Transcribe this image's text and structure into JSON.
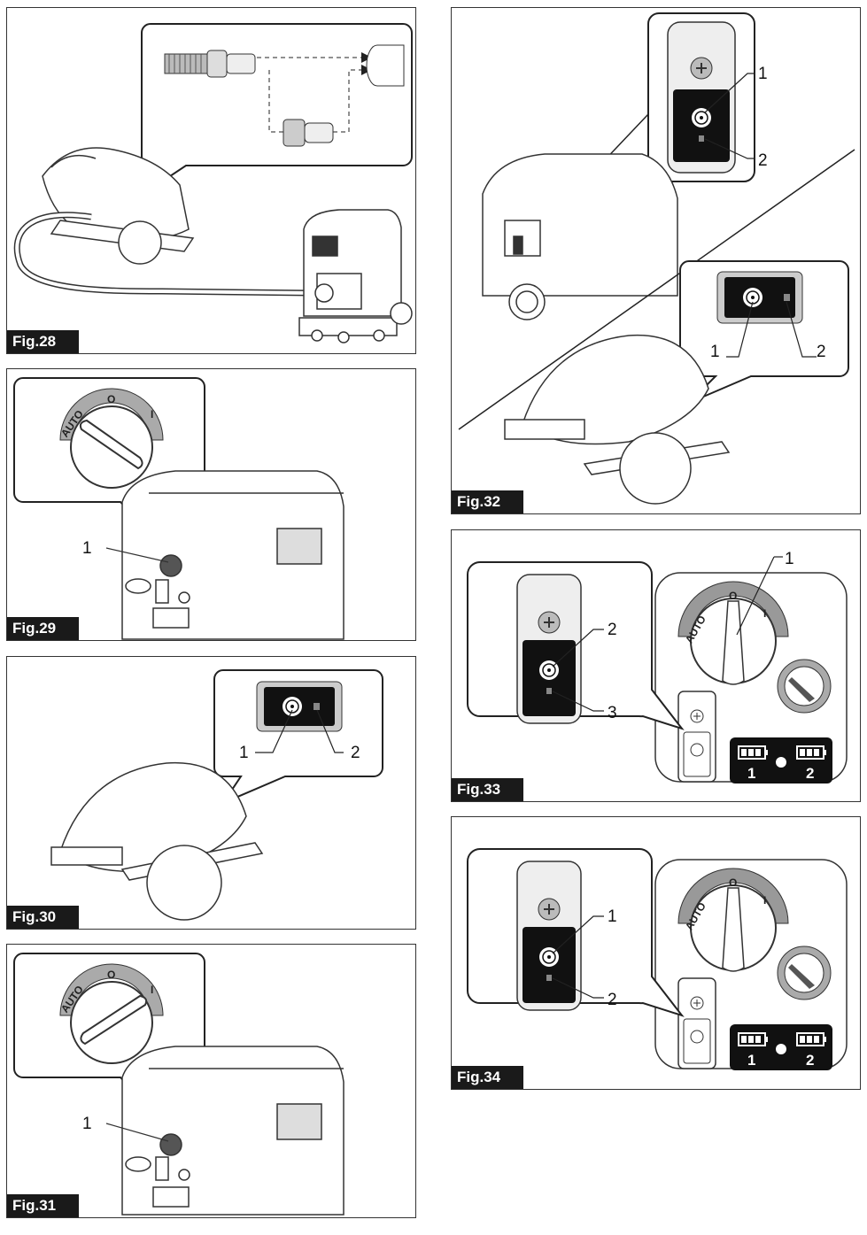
{
  "figures": [
    {
      "id": "fig28",
      "label": "Fig.28",
      "callouts": []
    },
    {
      "id": "fig29",
      "label": "Fig.29",
      "callouts": [
        "1"
      ],
      "dial": {
        "auto": "AUTO",
        "off": "O",
        "on": "I"
      }
    },
    {
      "id": "fig30",
      "label": "Fig.30",
      "callouts": [
        "1",
        "2"
      ]
    },
    {
      "id": "fig31",
      "label": "Fig.31",
      "callouts": [
        "1"
      ],
      "dial": {
        "auto": "AUTO",
        "off": "O",
        "on": "I"
      }
    },
    {
      "id": "fig32",
      "label": "Fig.32",
      "callouts": [
        "1",
        "2",
        "1",
        "2"
      ]
    },
    {
      "id": "fig33",
      "label": "Fig.33",
      "callouts": [
        "1",
        "2",
        "3"
      ],
      "dial": {
        "auto": "AUTO",
        "off": "O",
        "on": "I"
      },
      "battery": [
        "1",
        "2"
      ]
    },
    {
      "id": "fig34",
      "label": "Fig.34",
      "callouts": [
        "1",
        "2"
      ],
      "dial": {
        "auto": "AUTO",
        "off": "O",
        "on": "I"
      },
      "battery": [
        "1",
        "2"
      ]
    }
  ]
}
